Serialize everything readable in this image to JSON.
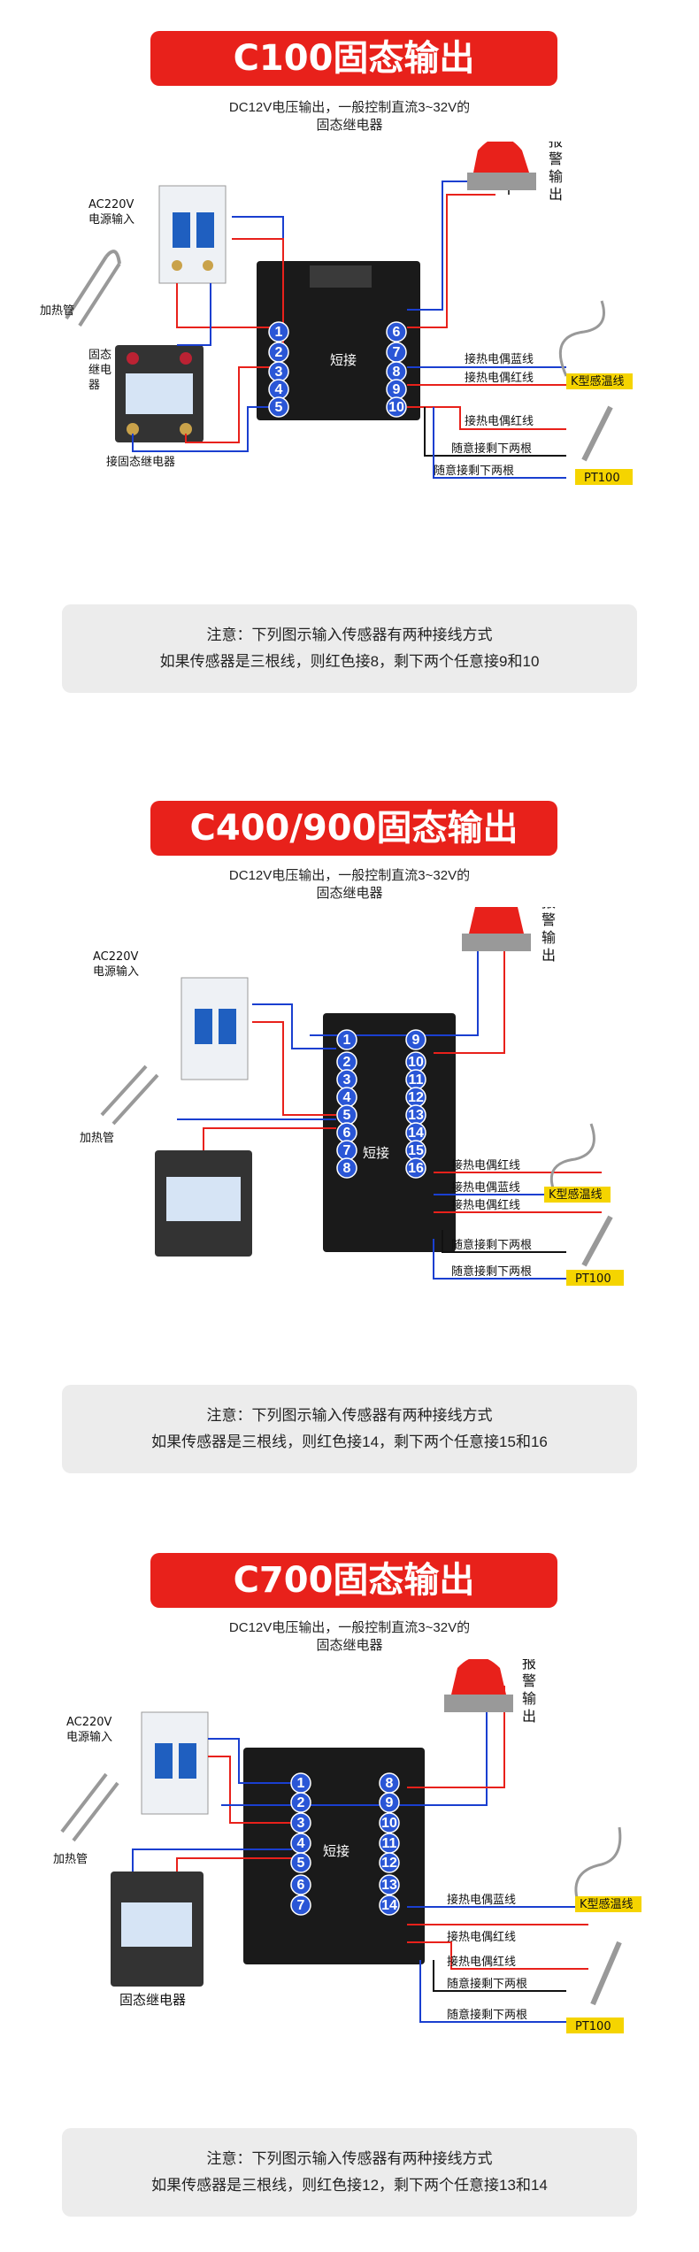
{
  "colors": {
    "title_bg": "#e8211b",
    "note_bg": "#ececec",
    "wire_red": "#e8211b",
    "wire_blue": "#1a3fd0",
    "terminal_blue": "#2a56d6",
    "tag_yellow": "#f5d400"
  },
  "sections": [
    {
      "title": "C100固态输出",
      "sub1": "DC12V电压输出，一般控制直流3~32V的",
      "sub2": "固态继电器",
      "labels": {
        "power": "AC220V",
        "power2": "电源输入",
        "heater": "加热管",
        "ssr": "固态",
        "ssr2": "继电",
        "ssr3": "器",
        "to_ssr": "接固态继电器",
        "alarm": "报",
        "alarm2": "警",
        "alarm3": "输",
        "alarm4": "出",
        "short": "短接",
        "blue": "接热电偶蓝线",
        "red": "接热电偶红线",
        "red2": "接热电偶红线",
        "any1": "随意接剩下两根",
        "any2": "随意接剩下两根",
        "k": "K型感温线",
        "pt": "PT100"
      },
      "terminals": [
        "1",
        "2",
        "3",
        "4",
        "5",
        "6",
        "7",
        "8",
        "9",
        "10"
      ],
      "note1": "注意：下列图示输入传感器有两种接线方式",
      "note2": "如果传感器是三根线，则红色接8，剩下两个任意接9和10"
    },
    {
      "title": "C400/900固态输出",
      "sub1": "DC12V电压输出，一般控制直流3~32V的",
      "sub2": "固态继电器",
      "labels": {
        "power": "AC220V",
        "power2": "电源输入",
        "heater": "加热管",
        "alarm": "报",
        "alarm2": "警",
        "alarm3": "输",
        "alarm4": "出",
        "short": "短接",
        "red": "接热电偶红线",
        "blue": "接热电偶蓝线",
        "red2": "接热电偶红线",
        "any1": "随意接剩下两根",
        "any2": "随意接剩下两根",
        "k": "K型感温线",
        "pt": "PT100"
      },
      "terminals": [
        "1",
        "2",
        "3",
        "4",
        "5",
        "6",
        "7",
        "8",
        "9",
        "10",
        "11",
        "12",
        "13",
        "14",
        "15",
        "16"
      ],
      "note1": "注意：下列图示输入传感器有两种接线方式",
      "note2": "如果传感器是三根线，则红色接14，剩下两个任意接15和16"
    },
    {
      "title": "C700固态输出",
      "sub1": "DC12V电压输出，一般控制直流3~32V的",
      "sub2": "固态继电器",
      "labels": {
        "power": "AC220V",
        "power2": "电源输入",
        "heater": "加热管",
        "ssr_label": "固态继电器",
        "alarm": "报",
        "alarm2": "警",
        "alarm3": "输",
        "alarm4": "出",
        "short": "短接",
        "blue": "接热电偶蓝线",
        "red": "接热电偶红线",
        "red2": "接热电偶红线",
        "any1": "随意接剩下两根",
        "any2": "随意接剩下两根",
        "k": "K型感温线",
        "pt": "PT100"
      },
      "terminals": [
        "1",
        "2",
        "3",
        "4",
        "5",
        "6",
        "7",
        "8",
        "9",
        "10",
        "11",
        "12",
        "13",
        "14"
      ],
      "note1": "注意：下列图示输入传感器有两种接线方式",
      "note2": "如果传感器是三根线，则红色接12，剩下两个任意接13和14"
    }
  ]
}
